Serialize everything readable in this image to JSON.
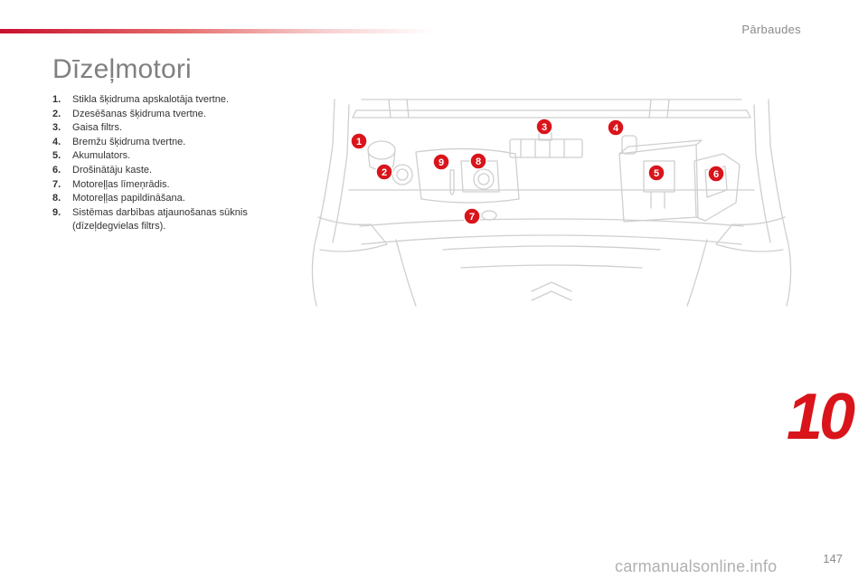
{
  "header": {
    "section": "Pārbaudes"
  },
  "title": "Dīzeļmotori",
  "items": [
    {
      "num": "1.",
      "text": "Stikla šķidruma apskalotāja tvertne."
    },
    {
      "num": "2.",
      "text": "Dzesēšanas šķidruma tvertne."
    },
    {
      "num": "3.",
      "text": "Gaisa filtrs."
    },
    {
      "num": "4.",
      "text": "Bremžu šķidruma tvertne."
    },
    {
      "num": "5.",
      "text": "Akumulators."
    },
    {
      "num": "6.",
      "text": "Drošinātāju kaste."
    },
    {
      "num": "7.",
      "text": "Motoreļļas līmeņrādis."
    },
    {
      "num": "8.",
      "text": "Motoreļļas papildināšana."
    },
    {
      "num": "9.",
      "text": "Sistēmas darbības atjaunošanas sūknis (dīzeļdegvielas filtrs)."
    }
  ],
  "callouts": [
    "1",
    "2",
    "3",
    "4",
    "5",
    "6",
    "7",
    "8",
    "9"
  ],
  "chapter_number": "10",
  "page_number": "147",
  "watermark": "carmanualsonline.info",
  "colors": {
    "accent": "#d9141b",
    "title": "#808080",
    "line_art": "#cfcfcf",
    "callout": "#d9141b"
  }
}
